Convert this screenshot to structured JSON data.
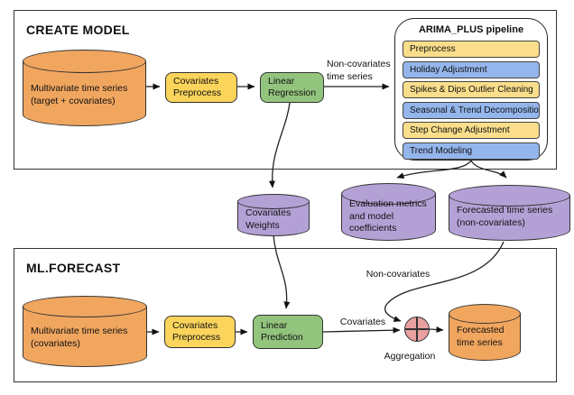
{
  "colors": {
    "orange": "#F1A65F",
    "yellow": "#FBD45C",
    "lightyellow": "#FADE8B",
    "green": "#93C47D",
    "blue": "#94B6EC",
    "purple": "#B3A1D6",
    "pink": "#E8A0A0",
    "border": "#333333"
  },
  "create_model": {
    "title": "CREATE MODEL",
    "input_cylinder": {
      "line1": "Multivariate time series",
      "line2": "(target + covariates)"
    },
    "covariates_preprocess": {
      "line1": "Covariates",
      "line2": "Preprocess"
    },
    "linear_regression": {
      "line1": "Linear",
      "line2": "Regression"
    },
    "noncovariates_arrow_label": {
      "line1": "Non-covariates",
      "line2": "time series"
    }
  },
  "arima_plus_pipeline": {
    "title": "ARIMA_PLUS pipeline",
    "steps": [
      {
        "label": "Preprocess"
      },
      {
        "label": "Holiday Adjustment"
      },
      {
        "label": "Spikes & Dips Outlier Cleaning"
      },
      {
        "label": "Seasonal & Trend Decomposition"
      },
      {
        "label": "Step Change Adjustment"
      },
      {
        "label": "Trend Modeling"
      }
    ]
  },
  "model_outputs": {
    "covariates_weights": {
      "line1": "Covariates",
      "line2": "Weights"
    },
    "evaluation_metrics": {
      "line1": "Evaluation metrics",
      "line2": "and model",
      "line3": "coefficients"
    },
    "forecasted_noncovariates": {
      "line1": "Forecasted time series",
      "line2": "(non-covariates)"
    }
  },
  "ml_forecast": {
    "title": "ML.FORECAST",
    "input_cylinder": {
      "line1": "Multivariate time series",
      "line2": "(covariates)"
    },
    "covariates_preprocess": {
      "line1": "Covariates",
      "line2": "Preprocess"
    },
    "linear_prediction": {
      "line1": "Linear",
      "line2": "Prediction"
    },
    "covariates_label": "Covariates",
    "noncovariates_label": "Non-covariates",
    "aggregation_label": "Aggregation",
    "output_cylinder": {
      "line1": "Forecasted",
      "line2": "time series"
    }
  }
}
